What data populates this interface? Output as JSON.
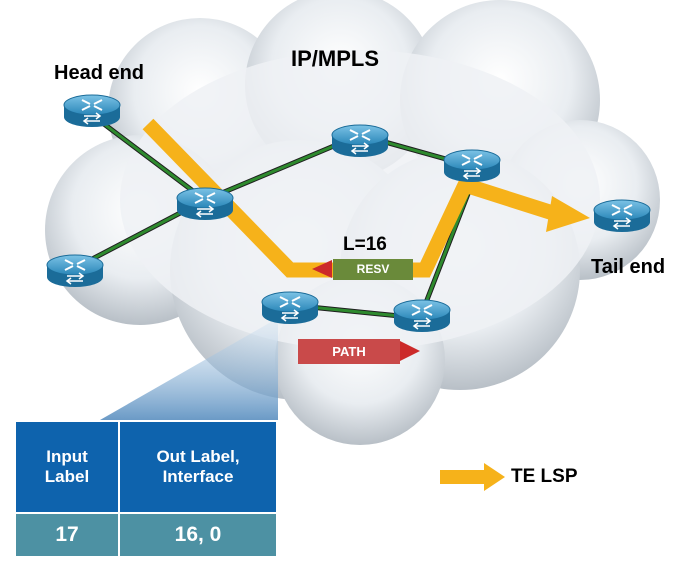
{
  "cloud_label": "IP/MPLS",
  "head_end_label": "Head end",
  "tail_end_label": "Tail end",
  "label_value": "L=16",
  "resv_message": "RESV",
  "path_message": "PATH",
  "legend_label": "TE LSP",
  "table": {
    "headers": [
      "Input Label",
      "Out Label, Interface"
    ],
    "rows": [
      [
        "17",
        "16, 0"
      ]
    ]
  },
  "colors": {
    "lsp": "#f6b21a",
    "link": "#2e8a2e",
    "router": "#2a86b8",
    "table_header": "#0e63ad",
    "table_cell": "#4d91a3",
    "resv_box": "#6a8a3a",
    "path_box": "#c94a4a"
  }
}
